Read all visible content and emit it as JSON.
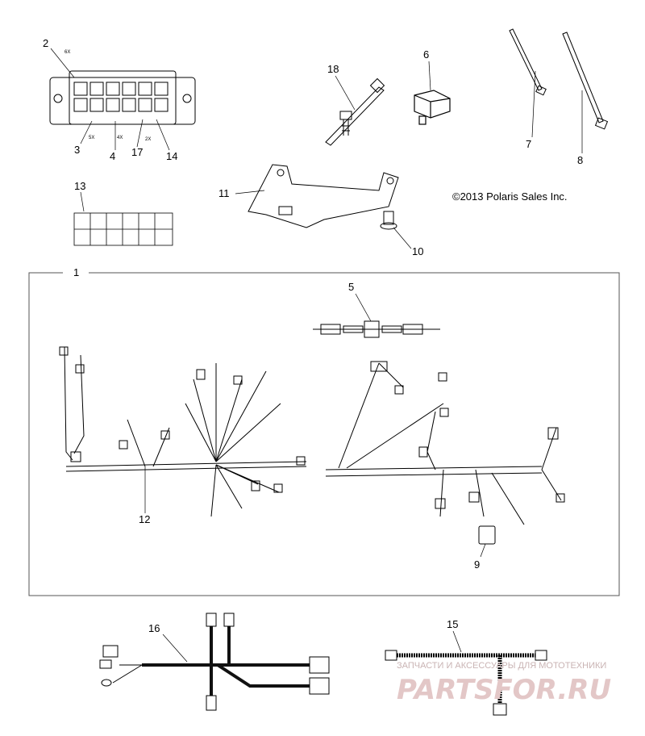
{
  "copyright": "©2013 Polaris Sales Inc.",
  "watermark": {
    "tagline": "ЗАПЧАСТИ И АКСЕССУАРЫ ДЛЯ МОТОТЕХНИКИ",
    "brand": "PARTSFOR.RU"
  },
  "callouts": {
    "c1": "1",
    "c2": "2",
    "c3": "3",
    "c4": "4",
    "c5": "5",
    "c6": "6",
    "c7": "7",
    "c8": "8",
    "c9": "9",
    "c10": "10",
    "c11": "11",
    "c12": "12",
    "c13": "13",
    "c14": "14",
    "c15": "15",
    "c16": "16",
    "c17": "17",
    "c18": "18"
  },
  "qty": {
    "q6x": "6X",
    "q5x": "5X",
    "q4x": "4X",
    "q2x": "2X"
  },
  "colors": {
    "line": "#000000",
    "wire": "#111111",
    "box": "#555555",
    "watermark": "#e3c7c7"
  }
}
